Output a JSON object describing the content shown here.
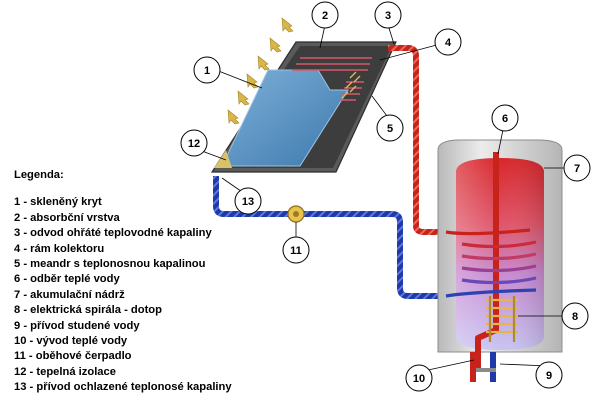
{
  "legend": {
    "title": "Legenda:",
    "items": [
      "1 - skleněný kryt",
      "2 - absorbční vrstva",
      "3 - odvod ohřáté teplovodné kapaliny",
      "4 - rám kolektoru",
      "5 - meandr s teplonosnou kapalinou",
      "6 - odběr teplé vody",
      "7 - akumulační nádrž",
      "8 - elektrická spirála - dotop",
      "9 - přívod studené vody",
      "10 - vývod teplé vody",
      "11 - oběhové čerpadlo",
      "12 - tepelná izolace",
      "13 - přívod ochlazené teplonosé kapaliny"
    ]
  },
  "callouts": [
    "1",
    "2",
    "3",
    "4",
    "5",
    "6",
    "7",
    "8",
    "9",
    "10",
    "11",
    "12",
    "13"
  ],
  "colors": {
    "hot_pipe": "#c8231a",
    "cold_pipe": "#1f3aa8",
    "collector_glass": "#5b93c4",
    "collector_frame": "#5a5a5a",
    "tank_shell": "#d2d2d2",
    "sun_arrows": "#d9b64a",
    "pump": "#e8c24a"
  }
}
